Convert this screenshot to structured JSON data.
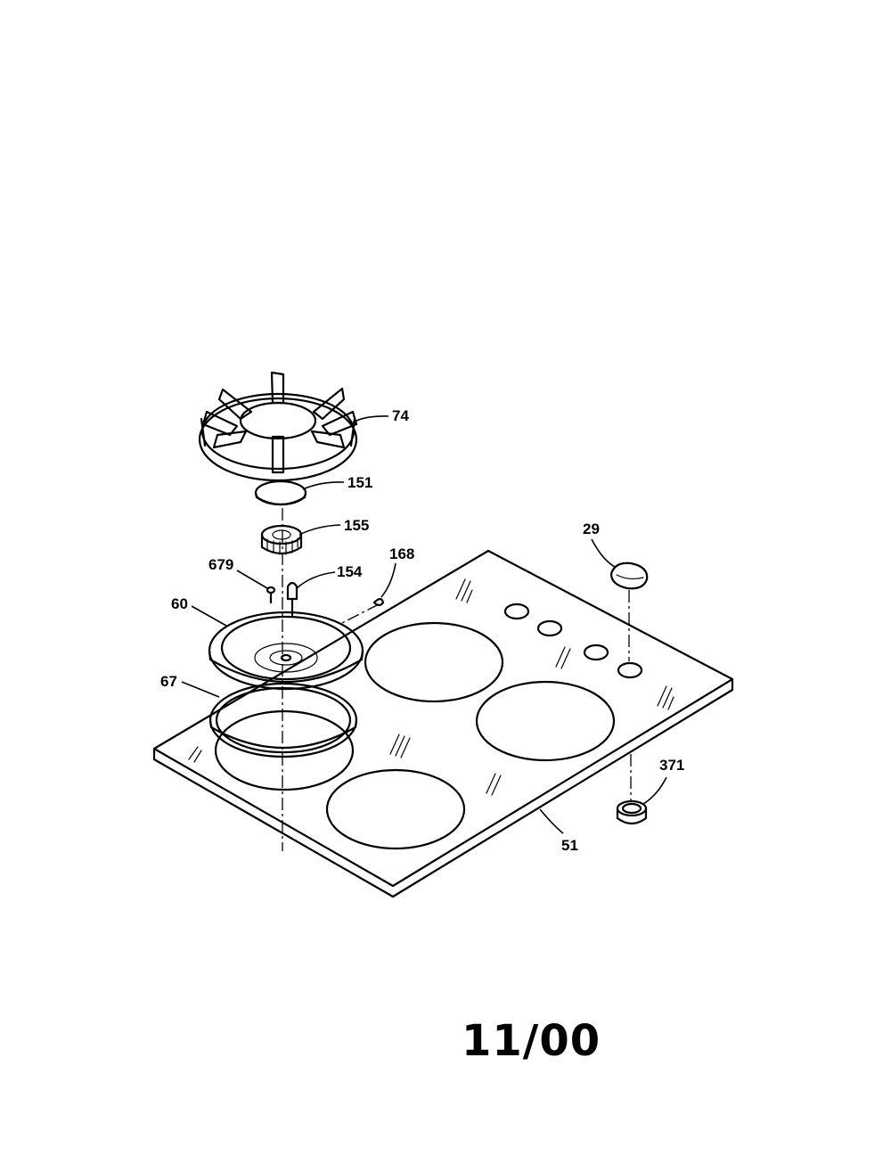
{
  "date_code": "11/00",
  "callouts": {
    "grate": "74",
    "burner_cap": "151",
    "burner_head": "155",
    "screw": "679",
    "electrode": "154",
    "clip": "168",
    "knob": "29",
    "drip_pan": "60",
    "trim_ring": "67",
    "cooktop_glass": "51",
    "bezel": "371"
  }
}
